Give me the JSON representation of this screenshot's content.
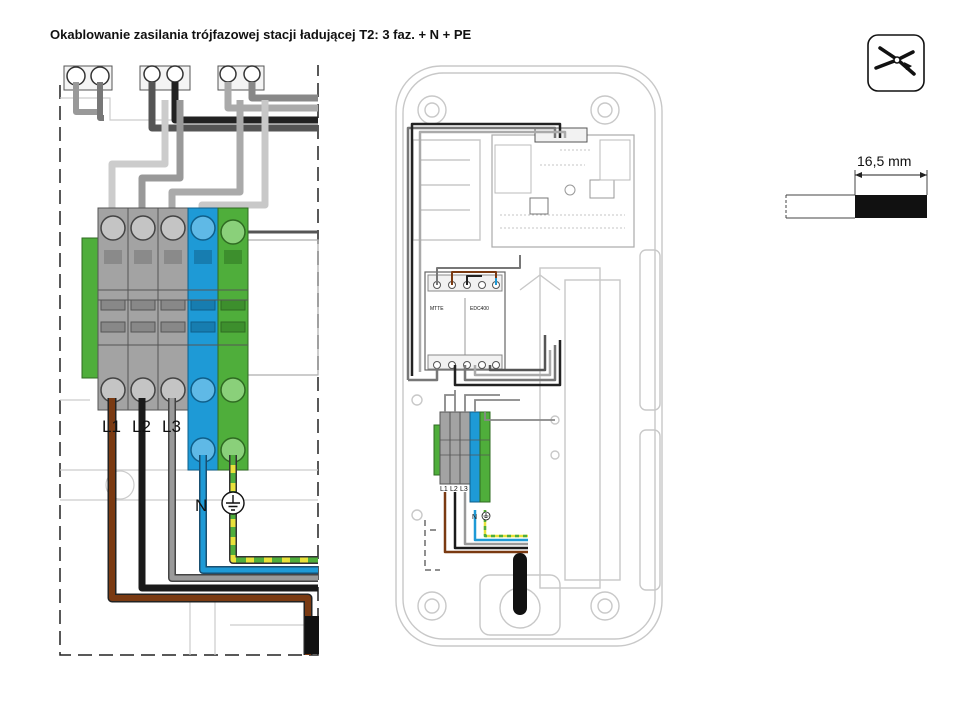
{
  "title": "Okablowanie zasilania trójfazowej stacji ładującej T2: 3 faz. + N + PE",
  "detail_labels": {
    "l1": "L1",
    "l2": "L2",
    "l3": "L3",
    "n": "N"
  },
  "overview_labels": {
    "l1": "L1",
    "l2": "L2",
    "l3": "L3",
    "n": "N"
  },
  "module_labels": {
    "left": "MTTE",
    "right": "EDC400"
  },
  "strip_length": "16,5 mm",
  "colors": {
    "gray": "#a3a3a3",
    "blue": "#1e9ad6",
    "green": "#4fae3b",
    "brown": "#7a3a12",
    "black": "#1a1a1a",
    "yellow": "#e8e23a"
  },
  "icons": [
    "wire-stripper-icon",
    "ground-symbol-icon"
  ]
}
